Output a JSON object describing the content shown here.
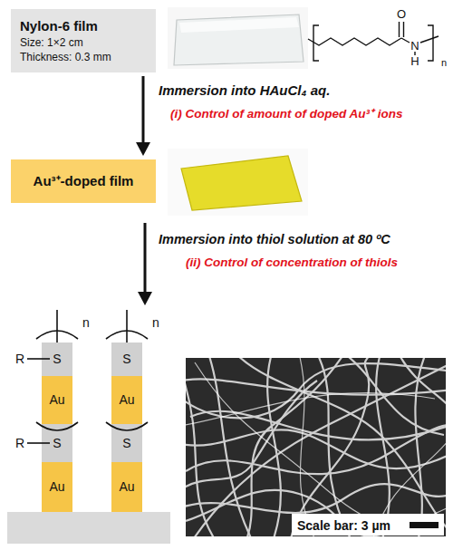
{
  "diagram": {
    "nodes": [
      {
        "text": [
          "Nylon-6 film",
          "Size: 1×2 cm",
          "Thickness: 0.3 mm"
        ]
      },
      {
        "text": [
          "Au³⁺-doped film"
        ]
      }
    ],
    "edges": [
      {
        "from": 0,
        "to": 1,
        "arrow": "to"
      }
    ],
    "labels": [
      "O",
      "N",
      "H",
      "n",
      "Immersion into HAuCl₄ aq.",
      "(i) Control of amount of doped Au³⁺ ions",
      "Immersion into thiol solution at 80 ºC",
      "(ii) Control of concentration of thiols",
      "R",
      "S",
      "Au",
      "R",
      "S",
      "Au",
      "n",
      "S",
      "Au",
      "S",
      "Au",
      "n",
      "Scale bar: 3 µm"
    ]
  }
}
